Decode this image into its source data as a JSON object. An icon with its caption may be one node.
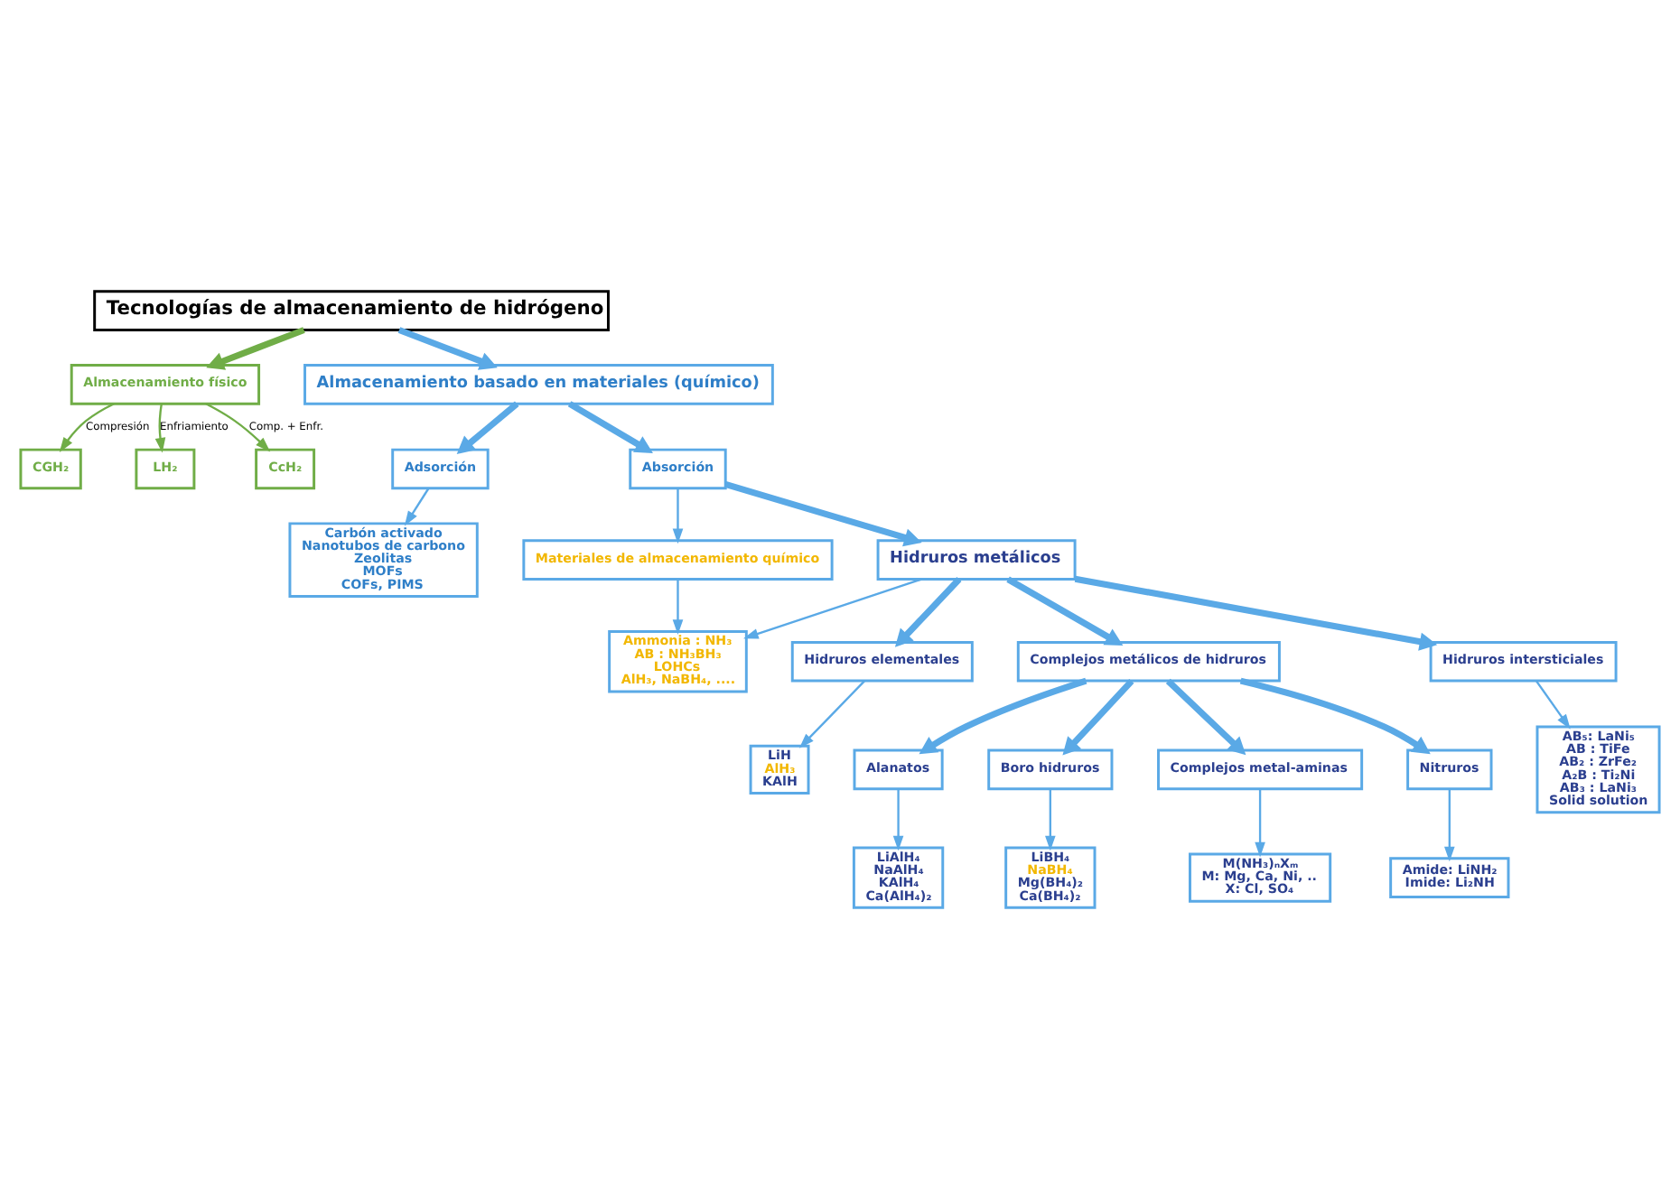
{
  "diagram": {
    "nodes": [
      {
        "text": [
          "Tecnologías de almacenamiento de hidrógeno"
        ]
      },
      {
        "text": [
          "Almacenamiento físico"
        ]
      },
      {
        "text": [
          "CGH₂"
        ]
      },
      {
        "text": [
          "LH₂"
        ]
      },
      {
        "text": [
          "CcH₂"
        ]
      },
      {
        "text": [
          "Almacenamiento basado en materiales (químico)"
        ]
      },
      {
        "text": [
          "Adsorción"
        ]
      },
      {
        "text": [
          "Absorción"
        ]
      },
      {
        "text": [
          "Carbón activado",
          "Nanotubos de carbono",
          "Zeolitas",
          "MOFs",
          "COFs, PIMS"
        ]
      },
      {
        "text": [
          "Materiales de almacenamiento químico"
        ]
      },
      {
        "text": [
          "Ammonia : NH₃",
          "AB : NH₃BH₃",
          "LOHCs",
          "AlH₃, NaBH₄, ...."
        ]
      },
      {
        "text": [
          "Hidruros metálicos"
        ]
      },
      {
        "text": [
          "Hidruros elementales"
        ]
      },
      {
        "text": [
          "Complejos metálicos de hidruros"
        ]
      },
      {
        "text": [
          "Hidruros intersticiales"
        ]
      },
      {
        "text": [
          "LiH",
          "AlH₃",
          "KAlH"
        ]
      },
      {
        "text": [
          "Alanatos"
        ]
      },
      {
        "text": [
          "Boro hidruros"
        ]
      },
      {
        "text": [
          "Complejos metal-aminas"
        ]
      },
      {
        "text": [
          "Nitruros"
        ]
      },
      {
        "text": [
          "LiAlH₄",
          "NaAlH₄",
          "KAlH₄",
          "Ca(AlH₄)₂"
        ]
      },
      {
        "text": [
          "LiBH₄",
          "NaBH₄",
          "Mg(BH₄)₂",
          "Ca(BH₄)₂"
        ]
      },
      {
        "text": [
          "M(NH₃)ₙXₘ",
          "M: Mg, Ca, Ni, ..",
          "X: Cl, SO₄"
        ]
      },
      {
        "text": [
          "Amide: LiNH₂",
          "Imide: Li₂NH"
        ]
      },
      {
        "text": [
          "AB₅: LaNi₅",
          "AB : TiFe",
          "AB₂ : ZrFe₂",
          "A₂B : Ti₂Ni",
          "AB₃ : LaNi₃",
          "Solid solution"
        ]
      }
    ],
    "edges": [
      {
        "from": 0,
        "to": 1,
        "arrow": "to",
        "style": "thick",
        "color": "#70ad47"
      },
      {
        "from": 0,
        "to": 5,
        "arrow": "to",
        "style": "thick"
      },
      {
        "from": 1,
        "to": 2,
        "arrow": "to",
        "label": "Compresión",
        "color": "#70ad47"
      },
      {
        "from": 1,
        "to": 3,
        "arrow": "to",
        "label": "Enfriamiento",
        "color": "#70ad47"
      },
      {
        "from": 1,
        "to": 4,
        "arrow": "to",
        "label": "Comp. + Enfr.",
        "color": "#70ad47"
      },
      {
        "from": 5,
        "to": 6,
        "arrow": "to",
        "style": "thick"
      },
      {
        "from": 5,
        "to": 7,
        "arrow": "to",
        "style": "thick"
      },
      {
        "from": 6,
        "to": 8,
        "arrow": "to"
      },
      {
        "from": 7,
        "to": 9,
        "arrow": "to"
      },
      {
        "from": 9,
        "to": 10,
        "arrow": "to"
      },
      {
        "from": 7,
        "to": 11,
        "arrow": "to",
        "style": "thick"
      },
      {
        "from": 11,
        "to": 10,
        "arrow": "to"
      },
      {
        "from": 11,
        "to": 12,
        "arrow": "to",
        "style": "thick"
      },
      {
        "from": 11,
        "to": 13,
        "arrow": "to",
        "style": "thick"
      },
      {
        "from": 11,
        "to": 14,
        "arrow": "to",
        "style": "thick"
      },
      {
        "from": 12,
        "to": 15,
        "arrow": "to"
      },
      {
        "from": 13,
        "to": 16,
        "arrow": "to",
        "style": "thick"
      },
      {
        "from": 13,
        "to": 17,
        "arrow": "to",
        "style": "thick"
      },
      {
        "from": 13,
        "to": 18,
        "arrow": "to",
        "style": "thick"
      },
      {
        "from": 13,
        "to": 19,
        "arrow": "to",
        "style": "thick"
      },
      {
        "from": 14,
        "to": 24,
        "arrow": "to"
      },
      {
        "from": 16,
        "to": 20,
        "arrow": "to"
      },
      {
        "from": 17,
        "to": 21,
        "arrow": "to"
      },
      {
        "from": 18,
        "to": 22,
        "arrow": "to"
      },
      {
        "from": 19,
        "to": 23,
        "arrow": "to"
      }
    ]
  }
}
